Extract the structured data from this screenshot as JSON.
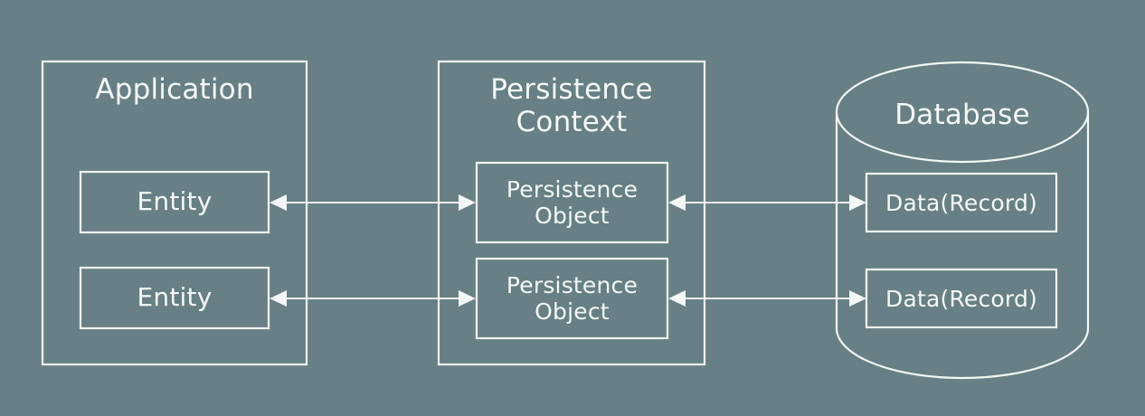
{
  "diagram": {
    "title_visible": false,
    "background_color": "#677f85",
    "line_color": "#f2f7f7",
    "text_color": "#f4f9f9",
    "groups": [
      {
        "id": "application",
        "shape": "rectangle",
        "title": "Application",
        "items": [
          {
            "id": "entity-1",
            "label": "Entity"
          },
          {
            "id": "entity-2",
            "label": "Entity"
          }
        ]
      },
      {
        "id": "persistence-context",
        "shape": "rectangle",
        "title": "Persistence\nContext",
        "items": [
          {
            "id": "persistence-object-1",
            "label": "Persistence\nObject"
          },
          {
            "id": "persistence-object-2",
            "label": "Persistence\nObject"
          }
        ]
      },
      {
        "id": "database",
        "shape": "cylinder",
        "title": "Database",
        "items": [
          {
            "id": "data-record-1",
            "label": "Data(Record)"
          },
          {
            "id": "data-record-2",
            "label": "Data(Record)"
          }
        ]
      }
    ],
    "connections": [
      {
        "id": "entity-1-persistence-object-1",
        "from": "entity-1",
        "to": "persistence-object-1",
        "direction": "bidirectional"
      },
      {
        "id": "persistence-object-1-data-record-1",
        "from": "persistence-object-1",
        "to": "data-record-1",
        "direction": "bidirectional"
      },
      {
        "id": "entity-2-persistence-object-2",
        "from": "entity-2",
        "to": "persistence-object-2",
        "direction": "bidirectional"
      },
      {
        "id": "persistence-object-2-data-record-2",
        "from": "persistence-object-2",
        "to": "data-record-2",
        "direction": "bidirectional"
      }
    ]
  }
}
